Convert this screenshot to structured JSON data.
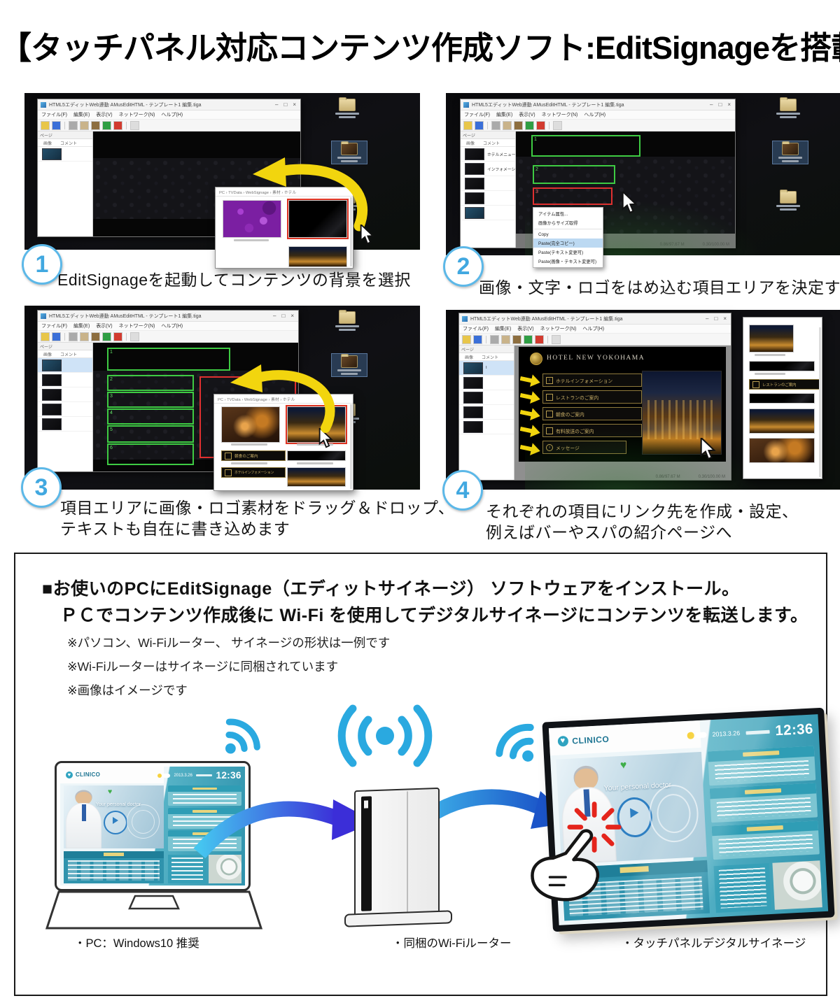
{
  "title": "【タッチパネル対応コンテンツ作成ソフト:EditSignageを搭載】",
  "steps": [
    {
      "num": "1",
      "caption": "EditSignageを起動してコンテンツの背景を選択",
      "caption2": ""
    },
    {
      "num": "2",
      "caption": "画像・文字・ロゴをはめ込む項目エリアを決定する",
      "caption2": ""
    },
    {
      "num": "3",
      "caption": "項目エリアに画像・ロゴ素材をドラッグ＆ドロップ、",
      "caption2": "テキストも自在に書き込めます"
    },
    {
      "num": "4",
      "caption": "それぞれの項目にリンク先を作成・設定、",
      "caption2": "例えばバーやスパの紹介ページへ"
    }
  ],
  "editor": {
    "window_title": "HTML5エディットWeb連動 AMusEditHTML - テンプレート1 編集.tiga",
    "menu_items": [
      "ファイル(F)",
      "編集(E)",
      "表示(V)",
      "ネットワーク(N)",
      "ヘルプ(H)"
    ],
    "controls": {
      "min": "–",
      "max": "□",
      "close": "×"
    },
    "sidebar": {
      "tab_page": "ページ",
      "col_image": "画像",
      "col_comment": "コメント",
      "row1_label": "ホテルメニュー",
      "row2_label": "インフォメーション"
    },
    "status_left": "0.86/97.67 M",
    "status_right": "0.30/100.00 M"
  },
  "explorer": {
    "breadcrumb": "PC › TVData › WebSignage › 素材 › ホテル"
  },
  "context_menu": {
    "items": [
      "アイテム属性...",
      "画像からサイズ取得",
      "Copy",
      "Paste(完全コピー)",
      "Paste(テキスト変更可)",
      "Paste(画像・テキスト変更可)"
    ]
  },
  "hotel": {
    "header": "HOTEL NEW YOKOHAMA",
    "menu": [
      "ホテルインフォメーション",
      "レストランのご案内",
      "朝食のご案内",
      "有料放送のご案内",
      "メッセージ"
    ],
    "rect_labels_p2": [
      "1",
      "2",
      "3"
    ],
    "rect_labels_p3": [
      "1",
      "2",
      "3",
      "4",
      "5",
      "6"
    ]
  },
  "section": {
    "heading1": "■お使いのPCにEditSignage（エディットサイネージ） ソフトウェアをインストール。",
    "heading2": "ＰＣでコンテンツ作成後に Wi-Fi を使用してデジタルサイネージにコンテンツを転送します。",
    "notes": [
      "※パソコン、Wi-Fiルーター、 サイネージの形状は一例です",
      "※Wi-Fiルーターはサイネージに同梱されています",
      "※画像はイメージです"
    ],
    "labels": {
      "pc": "・PC：Windows10 推奨",
      "router": "・同梱のWi-Fiルーター",
      "signage": "・タッチパネルデジタルサイネージ"
    }
  },
  "clinico": {
    "brand": "CLINICO",
    "tagline": "Your personal doctor",
    "time": "12:36",
    "date": "2013.3.26"
  },
  "colors": {
    "accent_blue": "#41a8e0",
    "wifi_blue": "#2aa9e0",
    "arrow_yellow": "#f2d50e",
    "green_rect": "#3ecb43",
    "red_rect": "#e03030",
    "hotel_gold": "#cdb269"
  }
}
